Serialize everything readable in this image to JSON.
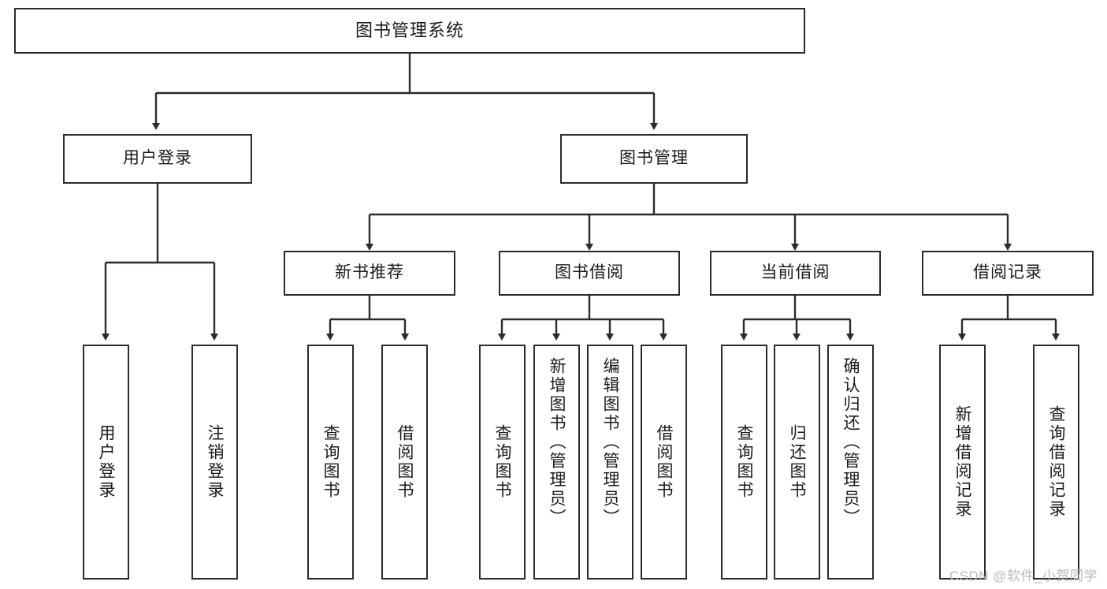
{
  "diagram": {
    "type": "tree-hierarchy-chart",
    "title_node": {
      "label": "图书管理系统"
    },
    "level1": [
      {
        "id": "user-login",
        "label": "用户登录"
      },
      {
        "id": "book-manage",
        "label": "图书管理"
      }
    ],
    "level2": [
      {
        "id": "new-book-recommend",
        "label": "新书推荐",
        "parent": "book-manage"
      },
      {
        "id": "book-borrow",
        "label": "图书借阅",
        "parent": "book-manage"
      },
      {
        "id": "current-borrow",
        "label": "当前借阅",
        "parent": "book-manage"
      },
      {
        "id": "borrow-record",
        "label": "借阅记录",
        "parent": "book-manage"
      }
    ],
    "leaves": [
      {
        "id": "leaf-user-login",
        "label": "用户登录",
        "parent": "user-login"
      },
      {
        "id": "leaf-user-logout",
        "label": "注销登录",
        "parent": "user-login"
      },
      {
        "id": "leaf-query-book-1",
        "label": "查询图书",
        "parent": "new-book-recommend"
      },
      {
        "id": "leaf-borrow-book-1",
        "label": "借阅图书",
        "parent": "new-book-recommend"
      },
      {
        "id": "leaf-query-book-2",
        "label": "查询图书",
        "parent": "book-borrow"
      },
      {
        "id": "leaf-add-book",
        "label": "新增图书（管理员）",
        "parent": "book-borrow"
      },
      {
        "id": "leaf-edit-book",
        "label": "编辑图书（管理员）",
        "parent": "book-borrow"
      },
      {
        "id": "leaf-borrow-book-2",
        "label": "借阅图书",
        "parent": "book-borrow"
      },
      {
        "id": "leaf-query-book-3",
        "label": "查询图书",
        "parent": "current-borrow"
      },
      {
        "id": "leaf-return-book",
        "label": "归还图书",
        "parent": "current-borrow"
      },
      {
        "id": "leaf-confirm-return",
        "label": "确认归还（管理员）",
        "parent": "current-borrow"
      },
      {
        "id": "leaf-add-record",
        "label": "新增借阅记录",
        "parent": "borrow-record"
      },
      {
        "id": "leaf-query-record",
        "label": "查询借阅记录",
        "parent": "borrow-record"
      }
    ],
    "colors": {
      "stroke": "#2b2b2b",
      "fill": "#ffffff",
      "text": "#1a1a1a",
      "watermark": "#b9b9b9"
    }
  },
  "watermark": {
    "text": "CSDN @软件_小贺同学"
  }
}
